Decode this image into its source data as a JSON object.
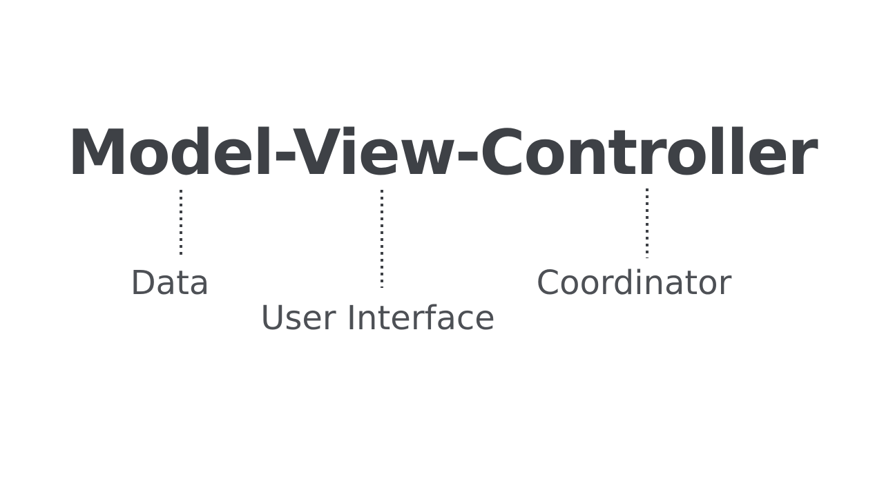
{
  "slide": {
    "title": "Model-View-Controller",
    "colors": {
      "background": "#ffffff",
      "title_ink": "#3e4146",
      "label_ink": "#4d5055",
      "connector_ink": "#3e4146"
    },
    "connector_style": "vertical-dotted",
    "annotations": [
      {
        "term": "Model",
        "label": "Data"
      },
      {
        "term": "View",
        "label": "User Interface"
      },
      {
        "term": "Controller",
        "label": "Coordinator"
      }
    ]
  }
}
